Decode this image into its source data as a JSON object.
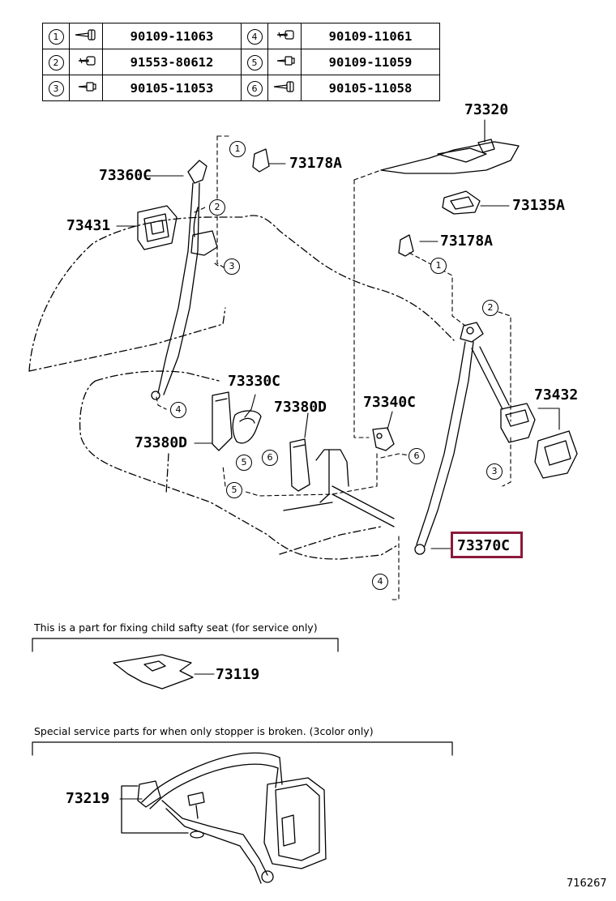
{
  "parts_table": [
    {
      "left_num": "1",
      "left_part": "90109-11063",
      "right_num": "4",
      "right_part": "90109-11061"
    },
    {
      "left_num": "2",
      "left_part": "91553-80612",
      "right_num": "5",
      "right_part": "90109-11059"
    },
    {
      "left_num": "3",
      "left_part": "90105-11053",
      "right_num": "6",
      "right_part": "90105-11058"
    }
  ],
  "labels": {
    "p73320": "73320",
    "p73178a_top": "73178A",
    "p73360c": "73360C",
    "p73135a": "73135A",
    "p73431": "73431",
    "p73178a_mid": "73178A",
    "p73330c": "73330C",
    "p73380d_right": "73380D",
    "p73340c": "73340C",
    "p73432": "73432",
    "p73380d_left": "73380D",
    "p73370c": "73370C",
    "p73119": "73119",
    "p73219": "73219"
  },
  "callouts": {
    "c1a": "1",
    "c2a": "2",
    "c3a": "3",
    "c4a": "4",
    "c5a": "5",
    "c6a": "6",
    "c5b": "5",
    "c1b": "1",
    "c2b": "2",
    "c6b": "6",
    "c3b": "3",
    "c4b": "4"
  },
  "notes": {
    "child_seat": "This is a part for fixing child safty seat (for service only)",
    "stopper": "Special service parts for when only stopper is broken. (3color only)"
  },
  "diagram_id": "716267",
  "highlight_color": "#8b1a3a"
}
